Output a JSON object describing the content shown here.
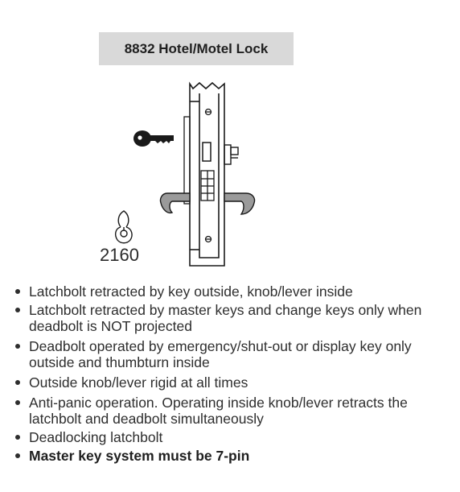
{
  "title": "8832 Hotel/Motel Lock",
  "cylinder_label": "2160",
  "features": [
    "Latchbolt retracted by key outside, knob/lever inside",
    "Latchbolt retracted by master keys and change keys only when deadbolt is NOT projected",
    "Deadbolt operated by emergency/shut-out or display key only outside and thumbturn inside",
    "Outside knob/lever rigid at all times",
    "Anti-panic operation. Operating inside knob/lever retracts the latchbolt and deadbolt simultaneously",
    "Deadlocking latchbolt",
    "Master key system must be 7-pin"
  ],
  "colors": {
    "title_bg": "#d9d9d9",
    "lever_fill": "#9a9a9a",
    "line": "#1a1a1a"
  }
}
